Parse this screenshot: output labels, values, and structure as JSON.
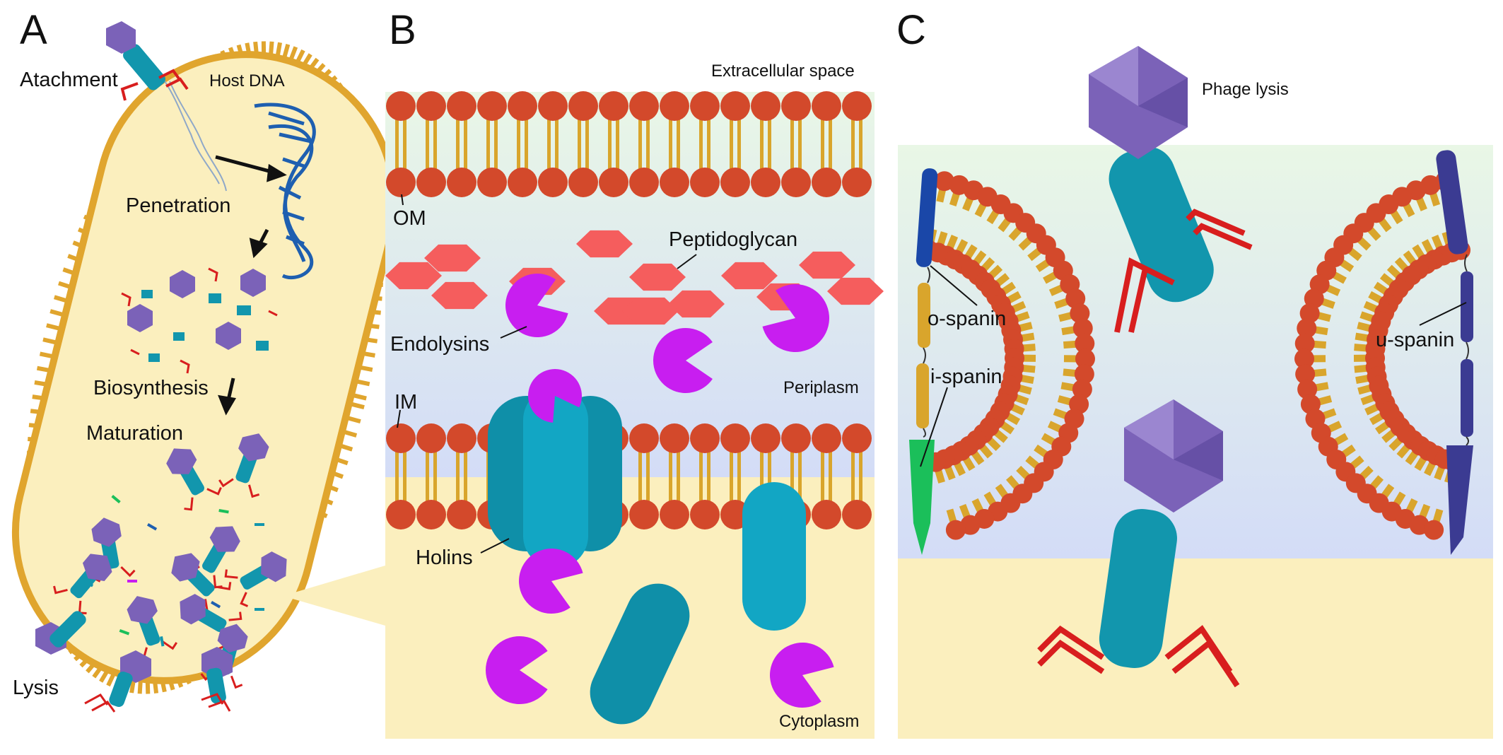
{
  "panels": {
    "a": {
      "letter": "A",
      "labels": {
        "attachment": "Atachment",
        "host_dna": "Host DNA",
        "penetration": "Penetration",
        "biosynthesis": "Biosynthesis",
        "maturation": "Maturation",
        "lysis": "Lysis"
      }
    },
    "b": {
      "letter": "B",
      "labels": {
        "extracellular": "Extracellular space",
        "om": "OM",
        "peptidoglycan": "Peptidoglycan",
        "endolysins": "Endolysins",
        "periplasm": "Periplasm",
        "im": "IM",
        "holins": "Holins",
        "cytoplasm": "Cytoplasm"
      }
    },
    "c": {
      "letter": "C",
      "labels": {
        "phage_lysis": "Phage lysis",
        "o_spanin": "o-spanin",
        "i_spanin": "i-spanin",
        "u_spanin": "u-spanin"
      }
    }
  },
  "colors": {
    "cell_fill": "#fbefbe",
    "cell_wall": "#e0a52e",
    "lipid_head": "#d3492b",
    "lipid_tail": "#d9a52c",
    "capsid": "#7b62b8",
    "tail": "#1296ad",
    "tail_fiber": "#d81e1e",
    "dna": "#1e5fb0",
    "endolysin": "#c81ef0",
    "holin": "#12a6c4",
    "peptidoglycan": "#f55d5d",
    "o_spanin": "#1a47a8",
    "i_spanin": "#1bbf5a",
    "u_spanin": "#3b3b92",
    "cytoplasm": "#fbefbe"
  }
}
